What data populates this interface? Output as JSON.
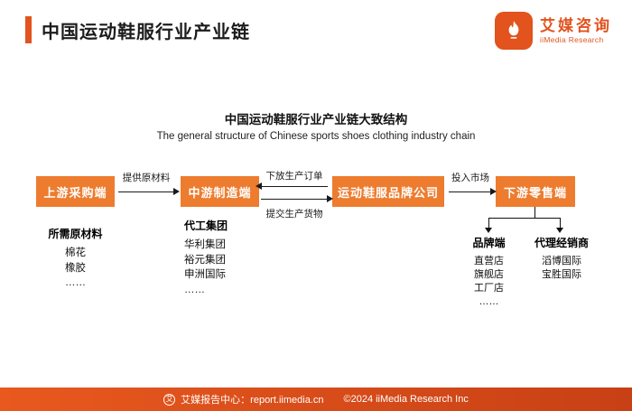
{
  "header": {
    "title": "中国运动鞋服行业产业链",
    "logo": {
      "brand_cn": "艾媒咨询",
      "brand_en": "iiMedia Research"
    }
  },
  "diagram": {
    "subtitle_cn": "中国运动鞋服行业产业链大致结构",
    "subtitle_en": "The general structure of Chinese sports shoes clothing industry chain",
    "nodes": [
      {
        "label": "上游采购端"
      },
      {
        "label": "中游制造端"
      },
      {
        "label": "运动鞋服品牌公司"
      },
      {
        "label": "下游零售端"
      }
    ],
    "arrows": {
      "supply_label": "提供原材料",
      "orders_label": "下放生产订单",
      "goods_label": "提交生产货物",
      "market_label": "投入市场"
    },
    "upstream_detail": {
      "title": "所需原材料",
      "items": [
        "棉花",
        "橡胶",
        "……"
      ]
    },
    "midstream_detail": {
      "title": "代工集团",
      "items": [
        "华利集团",
        "裕元集团",
        "申洲国际",
        "……"
      ]
    },
    "retail_branches": [
      {
        "title": "品牌端",
        "items": [
          "直营店",
          "旗舰店",
          "工厂店",
          "……"
        ]
      },
      {
        "title": "代理经销商",
        "items": [
          "滔博国际",
          "宝胜国际"
        ]
      }
    ]
  },
  "footer": {
    "icon_glyph": "艾",
    "center_text": "艾媒报告中心：report.iimedia.cn",
    "copyright": "©2024  iiMedia Research Inc"
  },
  "colors": {
    "accent": "#ed7c2f",
    "accent_dark": "#e2531d",
    "footer_start": "#e8591e",
    "footer_end": "#c84015"
  }
}
